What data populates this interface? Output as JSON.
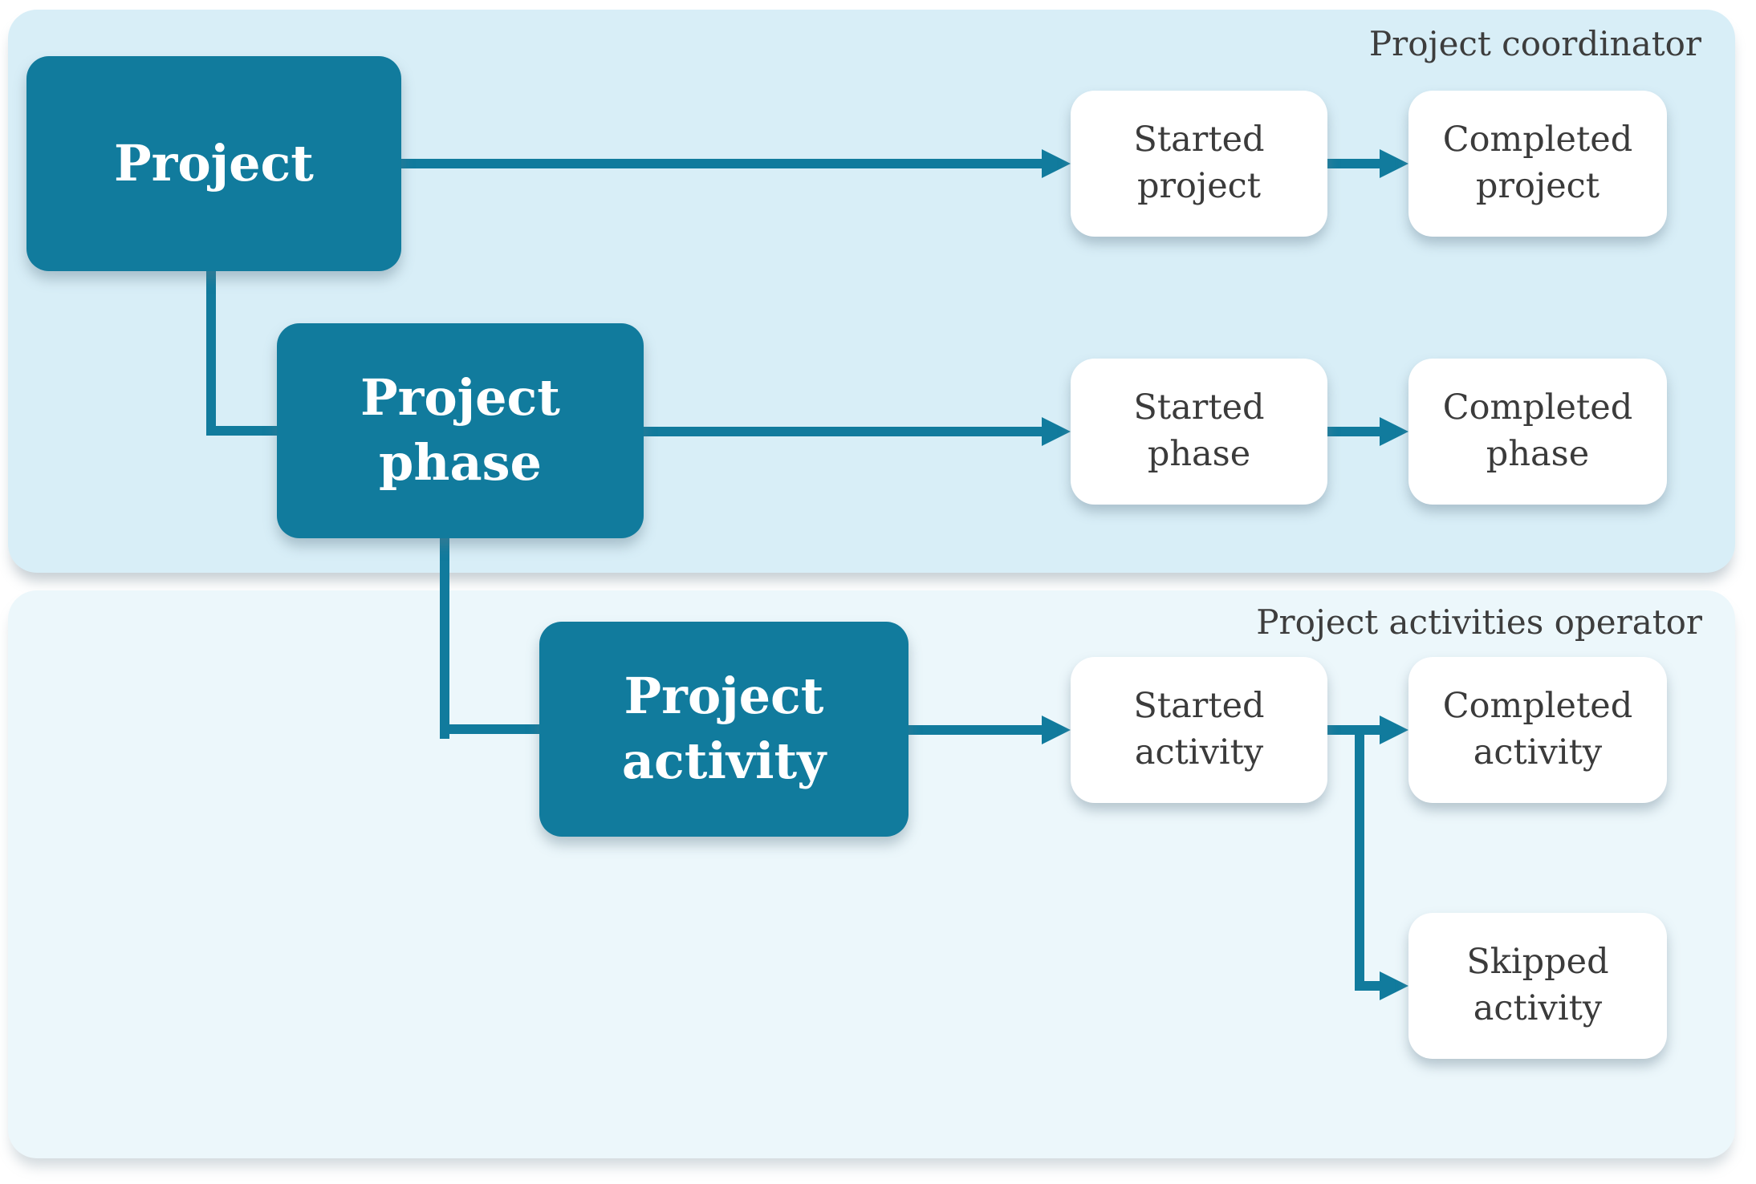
{
  "colors": {
    "accent": "#117b9d",
    "lane1_bg": "#d8eef7",
    "lane2_bg": "#ecf7fb",
    "entity_text": "#ffffff",
    "state_text": "#3b3b3b",
    "label_text": "#3d3d3d",
    "page_bg": "#ffffff"
  },
  "lanes": {
    "coordinator": {
      "label": "Project coordinator"
    },
    "operator": {
      "label": "Project activities operator"
    }
  },
  "nodes": {
    "project": {
      "text": "Project"
    },
    "phase": {
      "text": "Project\nphase"
    },
    "activity": {
      "text": "Project\nactivity"
    },
    "started_project": {
      "text": "Started\nproject"
    },
    "completed_project": {
      "text": "Completed\nproject"
    },
    "started_phase": {
      "text": "Started\nphase"
    },
    "completed_phase": {
      "text": "Completed\nphase"
    },
    "started_activity": {
      "text": "Started\nactivity"
    },
    "completed_activity": {
      "text": "Completed\nactivity"
    },
    "skipped_activity": {
      "text": "Skipped\nactivity"
    }
  }
}
